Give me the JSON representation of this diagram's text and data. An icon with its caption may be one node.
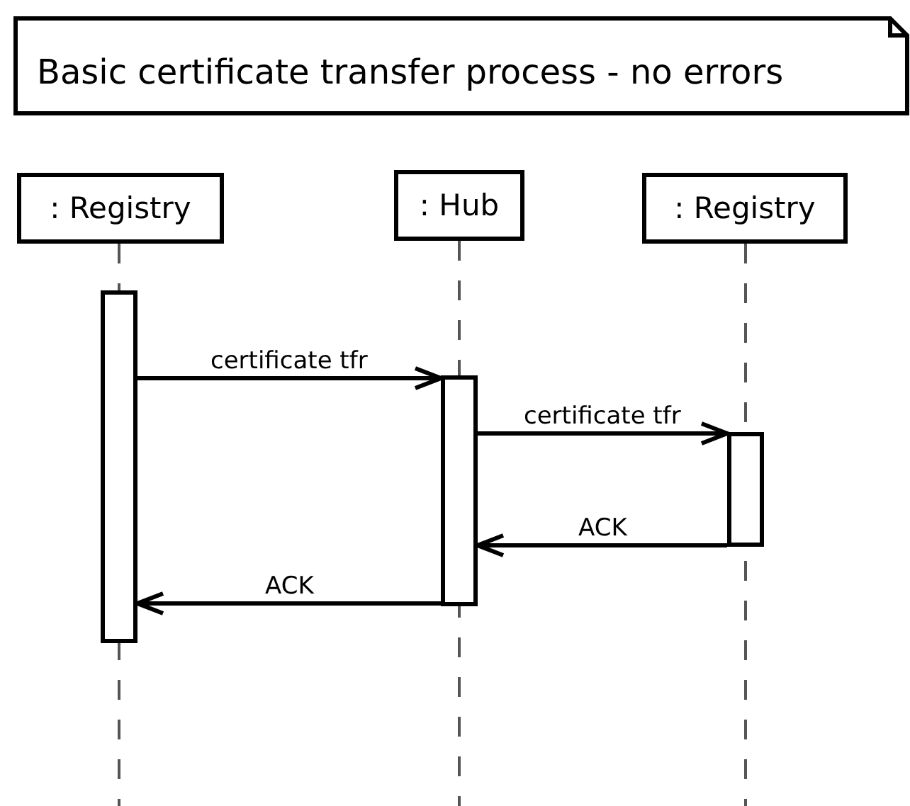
{
  "diagram": {
    "title": "Basic certificate transfer process - no errors",
    "nodes": [
      {
        "text": [
          ": Registry"
        ]
      },
      {
        "text": [
          ": Hub"
        ]
      },
      {
        "text": [
          ": Registry"
        ]
      },
      {
        "text": [],
        "shape": "bar"
      },
      {
        "text": [],
        "shape": "bar"
      },
      {
        "text": [],
        "shape": "bar"
      }
    ],
    "edges": [
      {
        "from": 3,
        "to": 4,
        "arrow": "to",
        "label": "certificate tfr"
      },
      {
        "from": 4,
        "to": 5,
        "arrow": "to",
        "label": "certificate tfr"
      },
      {
        "from": 5,
        "to": 4,
        "arrow": "to",
        "label": "ACK"
      },
      {
        "from": 4,
        "to": 3,
        "arrow": "to",
        "label": "ACK"
      }
    ]
  }
}
